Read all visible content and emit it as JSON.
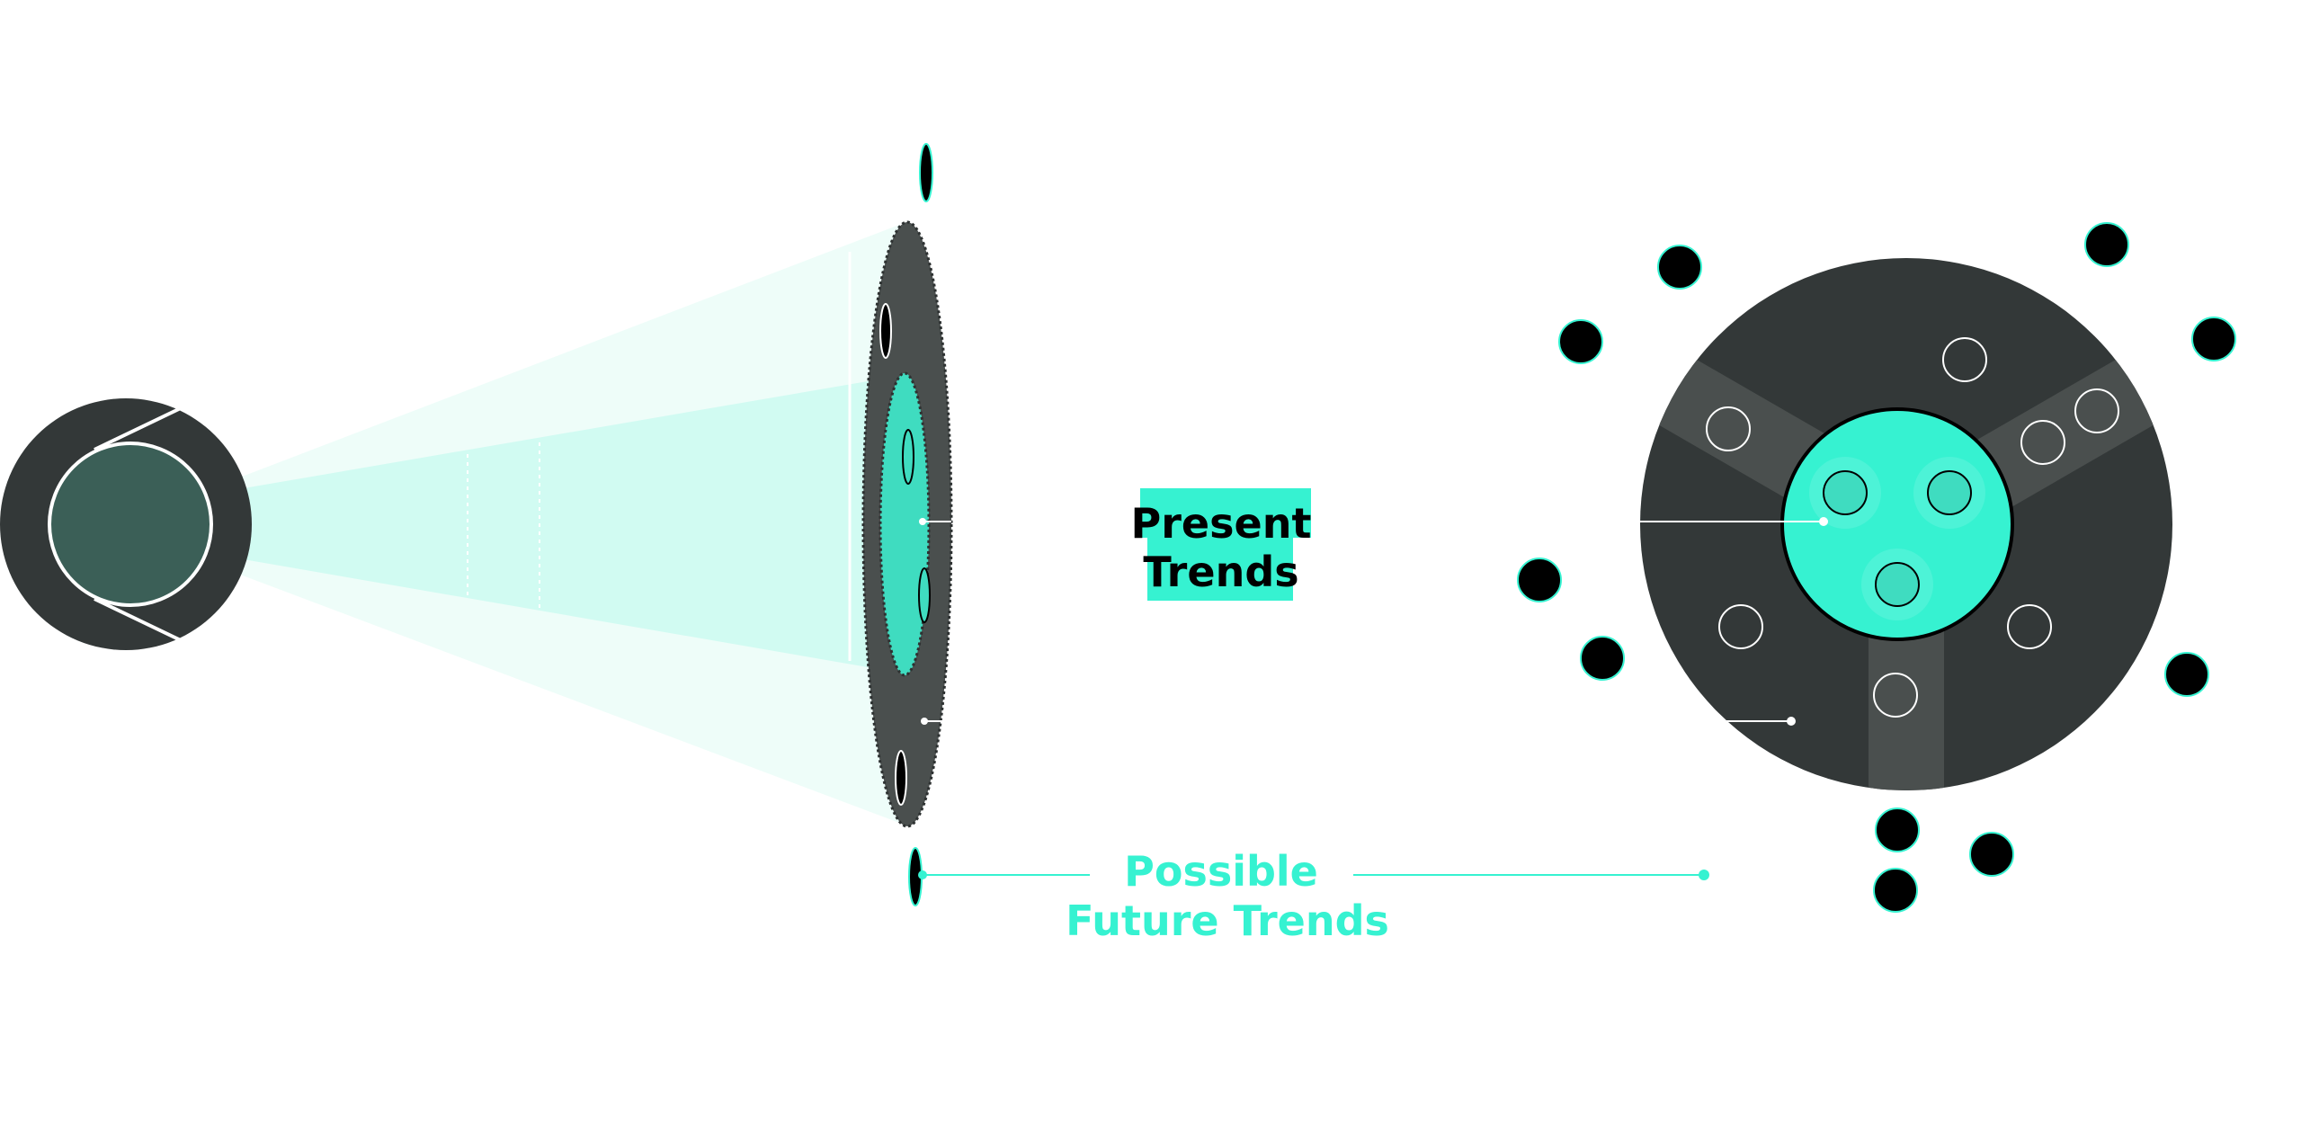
{
  "labels": {
    "present_line1": "Present",
    "present_line2": "Trends",
    "future_line1": "Possible",
    "future_line2": "Future Trends"
  },
  "colors": {
    "dark": "#333838",
    "disc_dark": "#464b4a",
    "inner_circle": "#3b5f57",
    "accent": "#36f2d1",
    "accent_muted": "#3fdcc0",
    "beam": "#d7fbf3",
    "beam_faint": "#eefdf9",
    "black": "#000000",
    "white": "#ffffff"
  }
}
